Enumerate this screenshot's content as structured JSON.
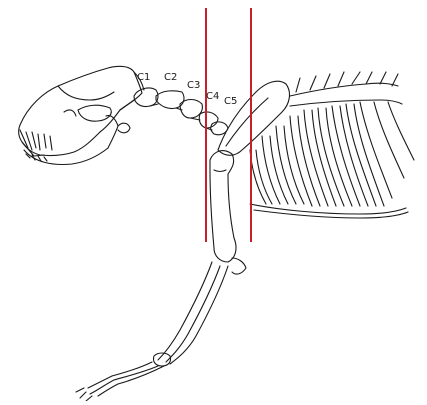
{
  "figure": {
    "vertebra_labels": [
      "C1",
      "C2",
      "C3",
      "C4",
      "C5"
    ],
    "colors": {
      "bone_stroke": "#1a1a1a",
      "marker_line": "#c8202a",
      "background": "#ffffff"
    }
  }
}
